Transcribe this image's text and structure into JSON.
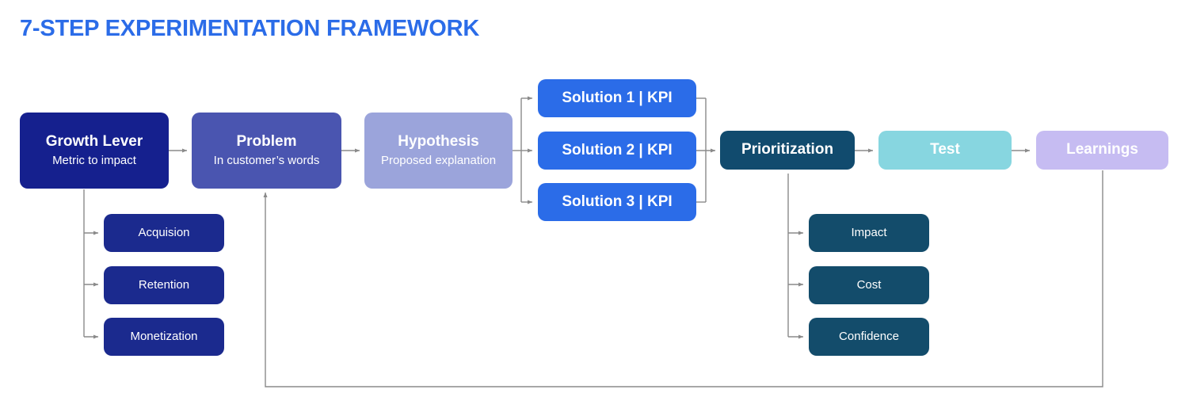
{
  "page": {
    "title": "7-STEP EXPERIMENTATION FRAMEWORK",
    "title_color": "#2B6CE8",
    "background": "#FFFFFF",
    "connector_color": "#8A8A8A"
  },
  "diagram": {
    "type": "flowchart",
    "orientation": "left-to-right",
    "steps": [
      {
        "id": "growth-lever",
        "title": "Growth Lever",
        "subtitle": "Metric to impact",
        "color": "#15208E",
        "text_color": "#FFFFFF"
      },
      {
        "id": "problem",
        "title": "Problem",
        "subtitle": "In customer’s words",
        "color": "#4A55B0",
        "text_color": "#FFFFFF"
      },
      {
        "id": "hypothesis",
        "title": "Hypothesis",
        "subtitle": "Proposed explanation",
        "color": "#9BA4DB",
        "text_color": "#FFFFFF"
      },
      {
        "id": "prioritization",
        "title": "Prioritization",
        "subtitle": "",
        "color": "#114B6E",
        "text_color": "#FFFFFF"
      },
      {
        "id": "test",
        "title": "Test",
        "subtitle": "",
        "color": "#87D6E0",
        "text_color": "#FFFFFF"
      },
      {
        "id": "learnings",
        "title": "Learnings",
        "subtitle": "",
        "color": "#C6BCF2",
        "text_color": "#FFFFFF"
      }
    ],
    "growth_lever_branches": {
      "parent": "growth-lever",
      "color": "#1B2A8E",
      "text_color": "#FFFFFF",
      "items": [
        {
          "label": "Acquision"
        },
        {
          "label": "Retention"
        },
        {
          "label": "Monetization"
        }
      ]
    },
    "solutions": {
      "parent": "hypothesis",
      "color": "#2B6CE8",
      "text_color": "#FFFFFF",
      "items": [
        {
          "label": "Solution 1 | KPI"
        },
        {
          "label": "Solution 2 | KPI"
        },
        {
          "label": "Solution 3 | KPI"
        }
      ]
    },
    "prioritization_criteria": {
      "parent": "prioritization",
      "color": "#134C6B",
      "text_color": "#FFFFFF",
      "items": [
        {
          "label": "Impact"
        },
        {
          "label": "Cost"
        },
        {
          "label": "Confidence"
        }
      ]
    },
    "feedback_loop": {
      "from": "learnings",
      "to": "problem",
      "label": ""
    }
  }
}
